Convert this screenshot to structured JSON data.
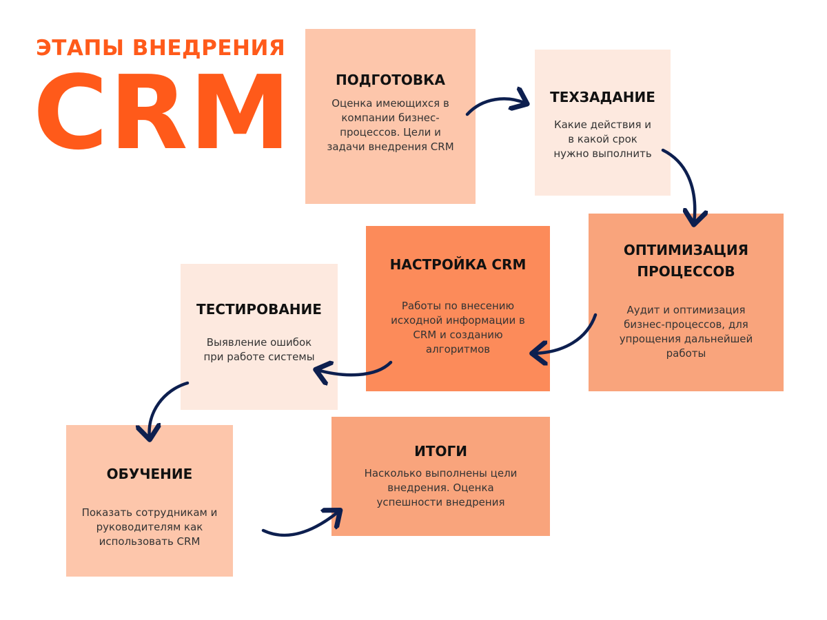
{
  "header": {
    "subtitle": "ЭТАПЫ ВНЕДРЕНИЯ",
    "title": "CRM"
  },
  "colors": {
    "accent": "#ff5a1a",
    "arrow": "#0d1f4f",
    "card_light": "#fde9df",
    "card_peach": "#fdc6ab",
    "card_salmon": "#f9a47c",
    "card_orange": "#fc8b5a"
  },
  "steps": [
    {
      "title": "ПОДГОТОВКА",
      "text": "Оценка имеющихся в компании бизнес-процессов. Цели и задачи внедрения CRM"
    },
    {
      "title": "ТЕХЗАДАНИЕ",
      "text": "Какие действия и в какой срок нужно выполнить"
    },
    {
      "title": "ОПТИМИЗАЦИЯ ПРОЦЕССОВ",
      "text": "Аудит и оптимизация бизнес-процессов, для упрощения дальнейшей работы"
    },
    {
      "title": "НАСТРОЙКА CRM",
      "text": "Работы по внесению исходной информации в CRM и созданию алгоритмов"
    },
    {
      "title": "ТЕСТИРОВАНИЕ",
      "text": "Выявление ошибок при работе системы"
    },
    {
      "title": "ОБУЧЕНИЕ",
      "text": "Показать сотрудникам и руководителям как использовать CRM"
    },
    {
      "title": "ИТОГИ",
      "text": "Насколько выполнены цели внедрения. Оценка успешности внедрения"
    }
  ],
  "icons": [
    "arrow-icon"
  ]
}
